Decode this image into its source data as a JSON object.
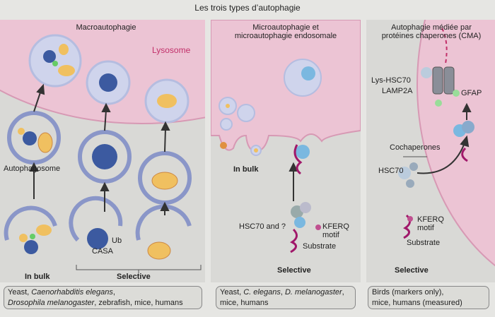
{
  "title": "Les trois types d’autophagie",
  "colors": {
    "lysosome": "#f0c8d8",
    "membrane": "#8a96c8",
    "label_pink": "#c2306a",
    "substrate": "#a0186a",
    "chaperone": "#7ab8e0"
  },
  "panels": [
    {
      "title": "Macroautophagie",
      "lysosome_label": "Lysosome",
      "labels": {
        "autophagosome": "Autophagosome",
        "ub": "Ub",
        "casa": "CASA",
        "in_bulk": "In bulk",
        "selective": "Selective"
      },
      "species": {
        "line1_italic": "Caenorhabditis elegans",
        "line1_pre": "Yeast, ",
        "line1_post": ",",
        "line2_italic": "Drosophila melanogaster",
        "line2_post": ", zebrafish, mice, humans"
      }
    },
    {
      "title_line1": "Microautophagie et",
      "title_line2": "microautophagie endosomale",
      "labels": {
        "in_bulk": "In bulk",
        "hsc70": "HSC70 and ?",
        "kferq1": "KFERQ",
        "kferq2": "motif",
        "substrate": "Substrate",
        "selective": "Selective"
      },
      "species": {
        "pre": "Yeast, ",
        "i1": "C. elegans",
        "mid": ", ",
        "i2": "D. melanogaster",
        "post": ",",
        "line2": "mice, humans"
      }
    },
    {
      "title_line1": "Autophagie médiée par",
      "title_line2": "protéines chaperones (CMA)",
      "labels": {
        "lys_hsc70": "Lys-HSC70",
        "lamp2a": "LAMP2A",
        "gfap": "GFAP",
        "cochaperones": "Cochaperones",
        "hsc70": "HSC70",
        "kferq1": "KFERQ",
        "kferq2": "motif",
        "substrate": "Substrate",
        "selective": "Selective"
      },
      "species": {
        "line1": "Birds (markers only),",
        "line2": "mice, humans (measured)"
      }
    }
  ]
}
